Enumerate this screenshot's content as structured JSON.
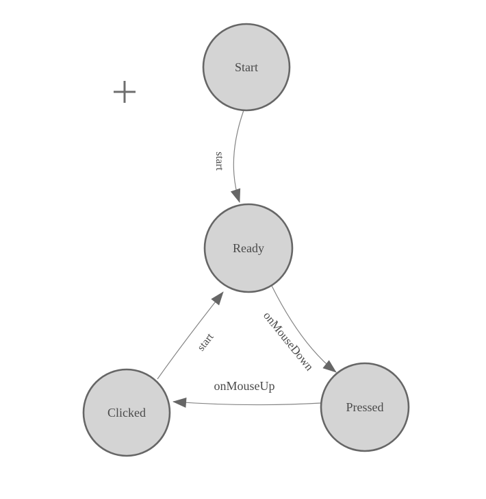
{
  "diagram": {
    "kind": "state-diagram",
    "nodes": [
      {
        "id": "start",
        "label": "Start"
      },
      {
        "id": "ready",
        "label": "Ready"
      },
      {
        "id": "clicked",
        "label": "Clicked"
      },
      {
        "id": "pressed",
        "label": "Pressed"
      }
    ],
    "edges": [
      {
        "from": "start",
        "to": "ready",
        "label": "start"
      },
      {
        "from": "clicked",
        "to": "ready",
        "label": "start"
      },
      {
        "from": "ready",
        "to": "pressed",
        "label": "onMouseDown"
      },
      {
        "from": "pressed",
        "to": "clicked",
        "label": "onMouseUp"
      }
    ],
    "colors": {
      "background": "#ffffff",
      "node_fill": "#d4d4d4",
      "node_stroke": "#666666",
      "edge_stroke": "#848484",
      "arrowhead": "#666666",
      "label_text": "#4a4a4a",
      "crosshair": "#6e6e6e"
    }
  }
}
